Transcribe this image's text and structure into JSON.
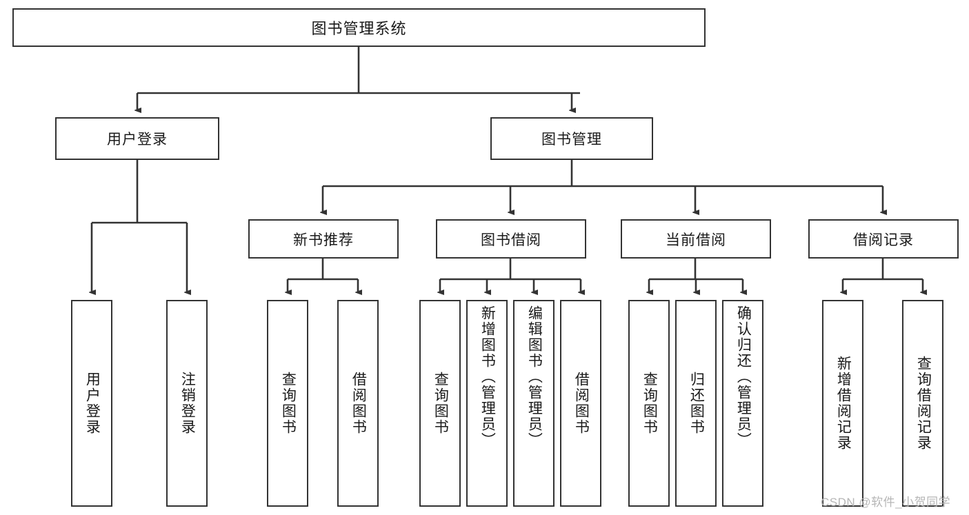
{
  "diagram": {
    "title": "图书管理系统",
    "type": "hierarchy-tree",
    "root": {
      "id": "root",
      "label": "图书管理系统"
    },
    "level2": [
      {
        "id": "user-login",
        "label": "用户登录"
      },
      {
        "id": "book-manage",
        "label": "图书管理"
      }
    ],
    "level3": [
      {
        "id": "new-book-rec",
        "label": "新书推荐"
      },
      {
        "id": "book-borrow",
        "label": "图书借阅"
      },
      {
        "id": "current-borrow",
        "label": "当前借阅"
      },
      {
        "id": "borrow-record",
        "label": "借阅记录"
      }
    ],
    "leaves": {
      "user-login": [
        {
          "id": "leaf-user-login",
          "label": "用户登录"
        },
        {
          "id": "leaf-logout",
          "label": "注销登录"
        }
      ],
      "new-book-rec": [
        {
          "id": "leaf-query-book-1",
          "label": "查询图书"
        },
        {
          "id": "leaf-borrow-book-1",
          "label": "借阅图书"
        }
      ],
      "book-borrow": [
        {
          "id": "leaf-query-book-2",
          "label": "查询图书"
        },
        {
          "id": "leaf-add-book",
          "label": "新增图书（管理员）"
        },
        {
          "id": "leaf-edit-book",
          "label": "编辑图书（管理员）"
        },
        {
          "id": "leaf-borrow-book-2",
          "label": "借阅图书"
        }
      ],
      "current-borrow": [
        {
          "id": "leaf-query-book-3",
          "label": "查询图书"
        },
        {
          "id": "leaf-return-book",
          "label": "归还图书"
        },
        {
          "id": "leaf-confirm-return",
          "label": "确认归还（管理员）"
        }
      ],
      "borrow-record": [
        {
          "id": "leaf-add-record",
          "label": "新增借阅记录"
        },
        {
          "id": "leaf-query-record",
          "label": "查询借阅记录"
        }
      ]
    }
  },
  "watermark": {
    "text": "CSDN @软件_小贺同学"
  },
  "colors": {
    "stroke": "#333333",
    "background": "#ffffff",
    "text": "#1a1a1a",
    "watermark": "#b6b6b6"
  }
}
